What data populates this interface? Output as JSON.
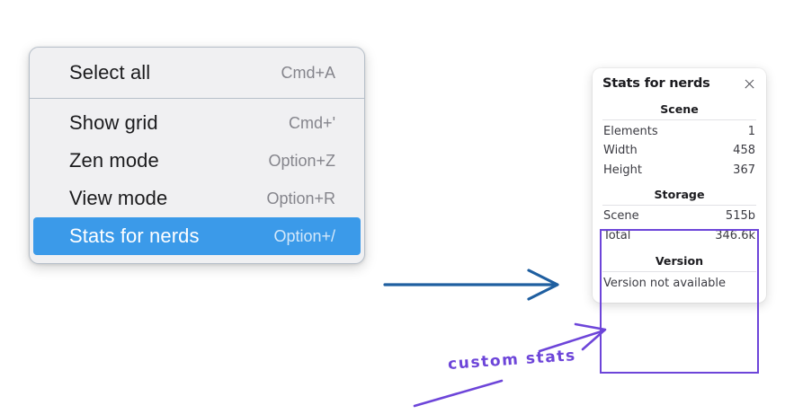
{
  "context_menu": {
    "groups": [
      {
        "items": [
          {
            "label": "Select all",
            "shortcut": "Cmd+A",
            "selected": false
          }
        ]
      },
      {
        "items": [
          {
            "label": "Show grid",
            "shortcut": "Cmd+'",
            "selected": false
          },
          {
            "label": "Zen mode",
            "shortcut": "Option+Z",
            "selected": false
          },
          {
            "label": "View mode",
            "shortcut": "Option+R",
            "selected": false
          },
          {
            "label": "Stats for nerds",
            "shortcut": "Option+/",
            "selected": true
          }
        ]
      }
    ],
    "highlight_color": "#3b9ae9"
  },
  "stats_panel": {
    "title": "Stats for nerds",
    "close_icon": "close-icon",
    "sections": [
      {
        "name": "Scene",
        "rows": [
          {
            "key": "Elements",
            "value": "1"
          },
          {
            "key": "Width",
            "value": "458"
          },
          {
            "key": "Height",
            "value": "367"
          }
        ]
      },
      {
        "name": "Storage",
        "rows": [
          {
            "key": "Scene",
            "value": "515b"
          },
          {
            "key": "Total",
            "value": "346.6k"
          }
        ]
      },
      {
        "name": "Version",
        "single": "Version not available"
      }
    ]
  },
  "annotations": {
    "custom_stats_label": "custom stats",
    "purple_color": "#6d45d9",
    "blue_arrow_color": "#1f5fa0"
  }
}
